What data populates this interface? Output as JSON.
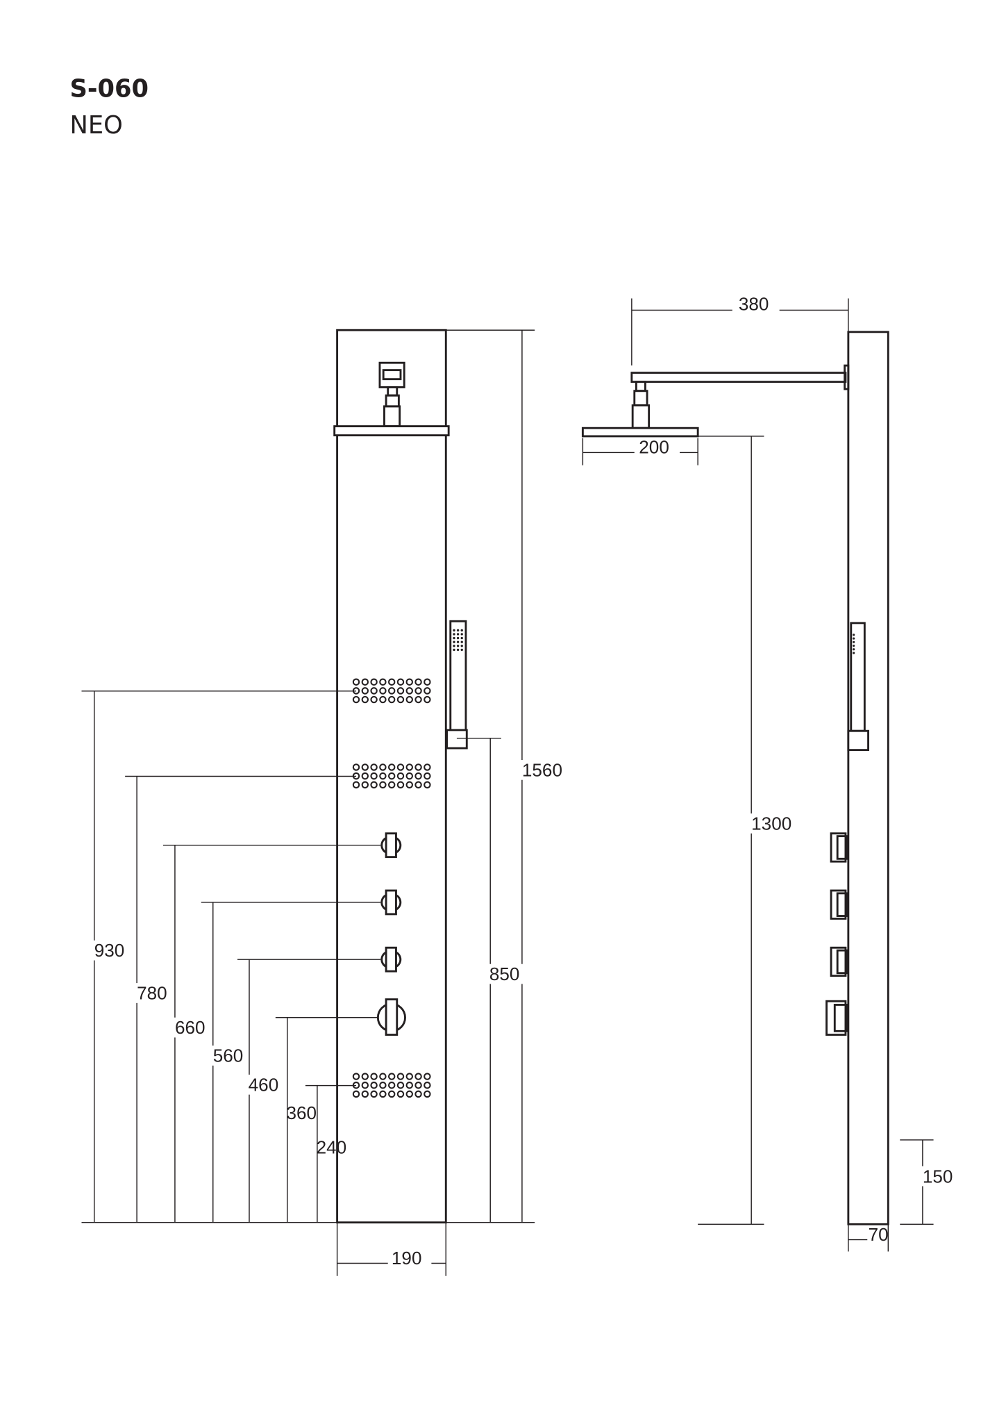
{
  "header": {
    "model": "S-060",
    "name": "NEO"
  },
  "front_view": {
    "dimensions": {
      "d930": "930",
      "d780": "780",
      "d660": "660",
      "d560": "560",
      "d460": "460",
      "d360": "360",
      "d240": "240",
      "d1560": "1560",
      "d850": "850",
      "d190": "190"
    },
    "nozzle_grid": {
      "rows": 3,
      "cols": 9
    },
    "handshower_dots": {
      "rows": 6,
      "cols": 3
    }
  },
  "side_view": {
    "dimensions": {
      "d380": "380",
      "d200": "200",
      "d1300": "1300",
      "d150": "150",
      "d70": "70"
    }
  },
  "colors": {
    "line": "#231f20",
    "background": "#ffffff"
  }
}
